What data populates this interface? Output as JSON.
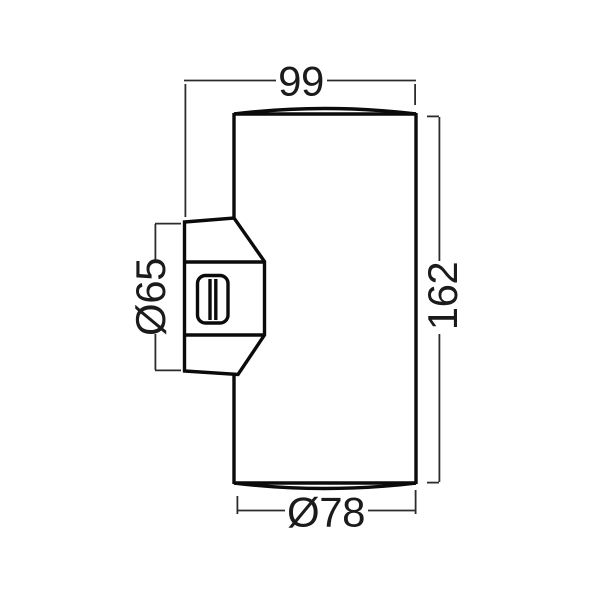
{
  "drawing": {
    "background_color": "#ffffff",
    "outline_color": "#0b0b0b",
    "dimension_line_color": "#2c2c2c",
    "text_color": "#1b1b1b",
    "dimensions": {
      "top_depth": {
        "label": "99"
      },
      "right_height": {
        "label": "162"
      },
      "left_bracket_diameter": {
        "label": "Ø65"
      },
      "bottom_body_diameter": {
        "label": "Ø78"
      }
    }
  }
}
